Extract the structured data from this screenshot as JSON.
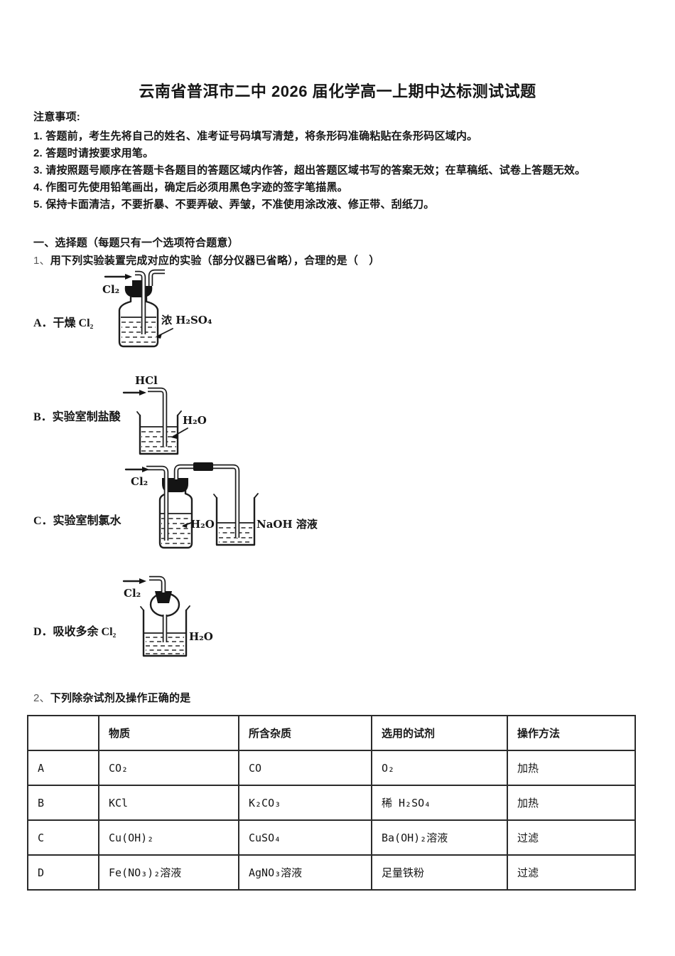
{
  "title": "云南省普洱市二中 2026 届化学高一上期中达标测试试题",
  "notice": {
    "heading": "注意事项:",
    "items": [
      "1. 答题前，考生先将自己的姓名、准考证号码填写清楚，将条形码准确粘贴在条形码区域内。",
      "2. 答题时请按要求用笔。",
      "3. 请按照题号顺序在答题卡各题目的答题区域内作答，超出答题区域书写的答案无效；在草稿纸、试卷上答题无效。",
      "4. 作图可先使用铅笔画出，确定后必须用黑色字迹的签字笔描黑。",
      "5. 保持卡面清洁，不要折暴、不要弄破、弄皱，不准使用涂改液、修正带、刮纸刀。"
    ]
  },
  "section1": {
    "heading": "一、选择题（每题只有一个选项符合题意）"
  },
  "q1": {
    "num": "1、",
    "text": "用下列实验装置完成对应的实验（部分仪器已省略），合理的是（　）",
    "option_a": {
      "label": "A．干燥 Cl₂",
      "gas": "Cl₂",
      "reagent": "浓 H₂SO₄"
    },
    "option_b": {
      "label": "B．实验室制盐酸",
      "gas": "HCl",
      "liquid": "H₂O"
    },
    "option_c": {
      "label": "C．实验室制氯水",
      "gas": "Cl₂",
      "bottle_liquid": "H₂O",
      "beaker_liquid": "NaOH 溶液"
    },
    "option_d": {
      "label": "D．吸收多余 Cl₂",
      "gas": "Cl₂",
      "liquid": "H₂O"
    }
  },
  "q2": {
    "num": "2、",
    "text": "下列除杂试剂及操作正确的是",
    "table": {
      "headers": [
        "",
        "物质",
        "所含杂质",
        "选用的试剂",
        "操作方法"
      ],
      "rows": [
        [
          "A",
          "CO₂",
          "CO",
          "O₂",
          "加热"
        ],
        [
          "B",
          "KCl",
          "K₂CO₃",
          "稀 H₂SO₄",
          "加热"
        ],
        [
          "C",
          "Cu(OH)₂",
          "CuSO₄",
          "Ba(OH)₂溶液",
          "过滤"
        ],
        [
          "D",
          "Fe(NO₃)₂溶液",
          "AgNO₃溶液",
          "足量铁粉",
          "过滤"
        ]
      ]
    }
  }
}
